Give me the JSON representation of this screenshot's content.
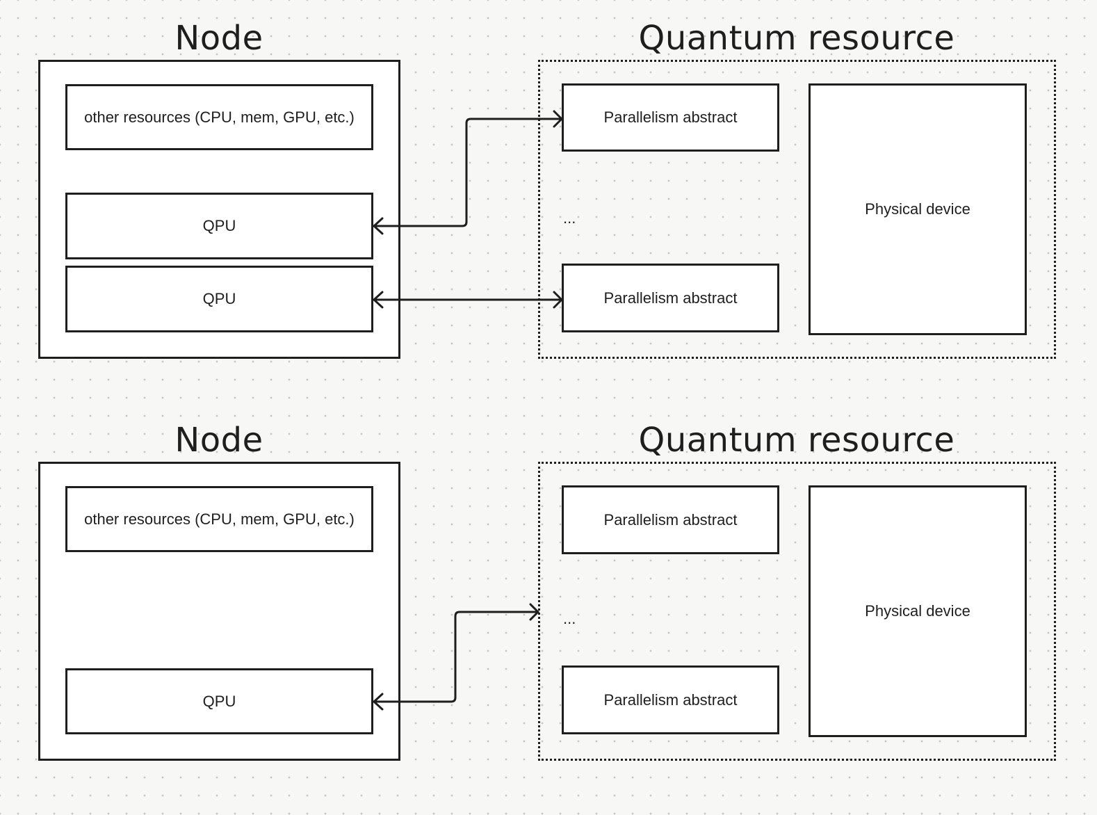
{
  "panels": [
    {
      "node": {
        "title": "Node",
        "other_label": "other resources (CPU, mem, GPU, etc.)",
        "qpus": [
          "QPU",
          "QPU"
        ]
      },
      "quantum": {
        "title": "Quantum resource",
        "abstracts": [
          "Parallelism abstract",
          "Parallelism abstract"
        ],
        "ellipsis": "...",
        "device": "Physical device"
      }
    },
    {
      "node": {
        "title": "Node",
        "other_label": "other resources (CPU, mem, GPU, etc.)",
        "qpus": [
          "QPU"
        ]
      },
      "quantum": {
        "title": "Quantum resource",
        "abstracts": [
          "Parallelism abstract",
          "Parallelism abstract"
        ],
        "ellipsis": "...",
        "device": "Physical device"
      }
    }
  ],
  "colors": {
    "line": "#1e1e1e",
    "background": "#f7f7f6",
    "grid_dot": "#c6c6c4"
  }
}
